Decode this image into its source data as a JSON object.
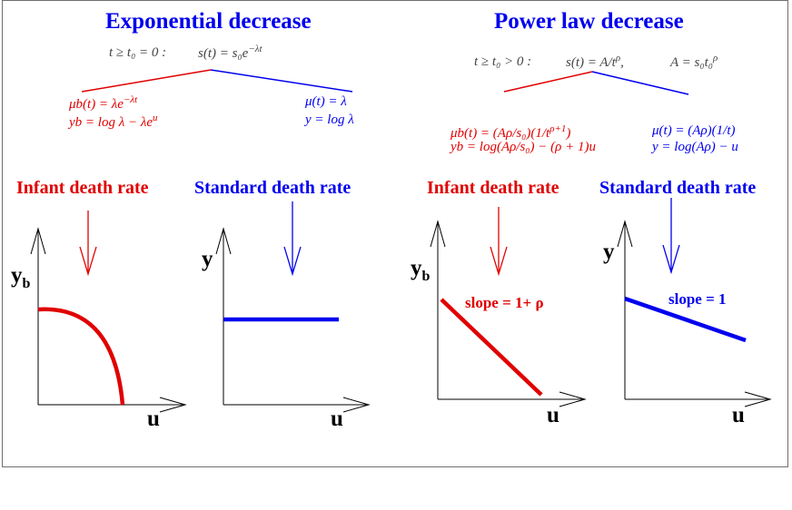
{
  "colors": {
    "red": "#e00000",
    "blue": "#0000ee",
    "axis": "#000000",
    "frame": "#6e6e6e"
  },
  "exponential": {
    "title": "Exponential decrease",
    "condition": "t ≥ t₀ = 0 :",
    "survival": "s(t) = s₀e^{−λt}",
    "infant_mu": "μb(t) = λe^{−λt}",
    "infant_y": "yb = log λ − λe^{u}",
    "standard_mu": "μ(t) = λ",
    "standard_y": "y = log λ"
  },
  "power": {
    "title": "Power law decrease",
    "condition": "t ≥ t₀ > 0 :",
    "survival": "s(t) = A/t^ρ,",
    "constant": "A = s₀t₀^ρ",
    "infant_mu": "μb(t) = (Aρ/s₀)(1/t^{ρ+1})",
    "infant_y": "yb = log(Aρ/s₀) − (ρ + 1)u",
    "standard_mu": "μ(t) = (Aρ)(1/t)",
    "standard_y": "y = log(Aρ) − u"
  },
  "labels": {
    "infant_rate": "Infant death rate",
    "standard_rate": "Standard death rate",
    "y_b": "y",
    "y_b_sub": "b",
    "y": "y",
    "u": "u",
    "slope_infant": "slope = 1+ ρ",
    "slope_standard": "slope = 1"
  }
}
